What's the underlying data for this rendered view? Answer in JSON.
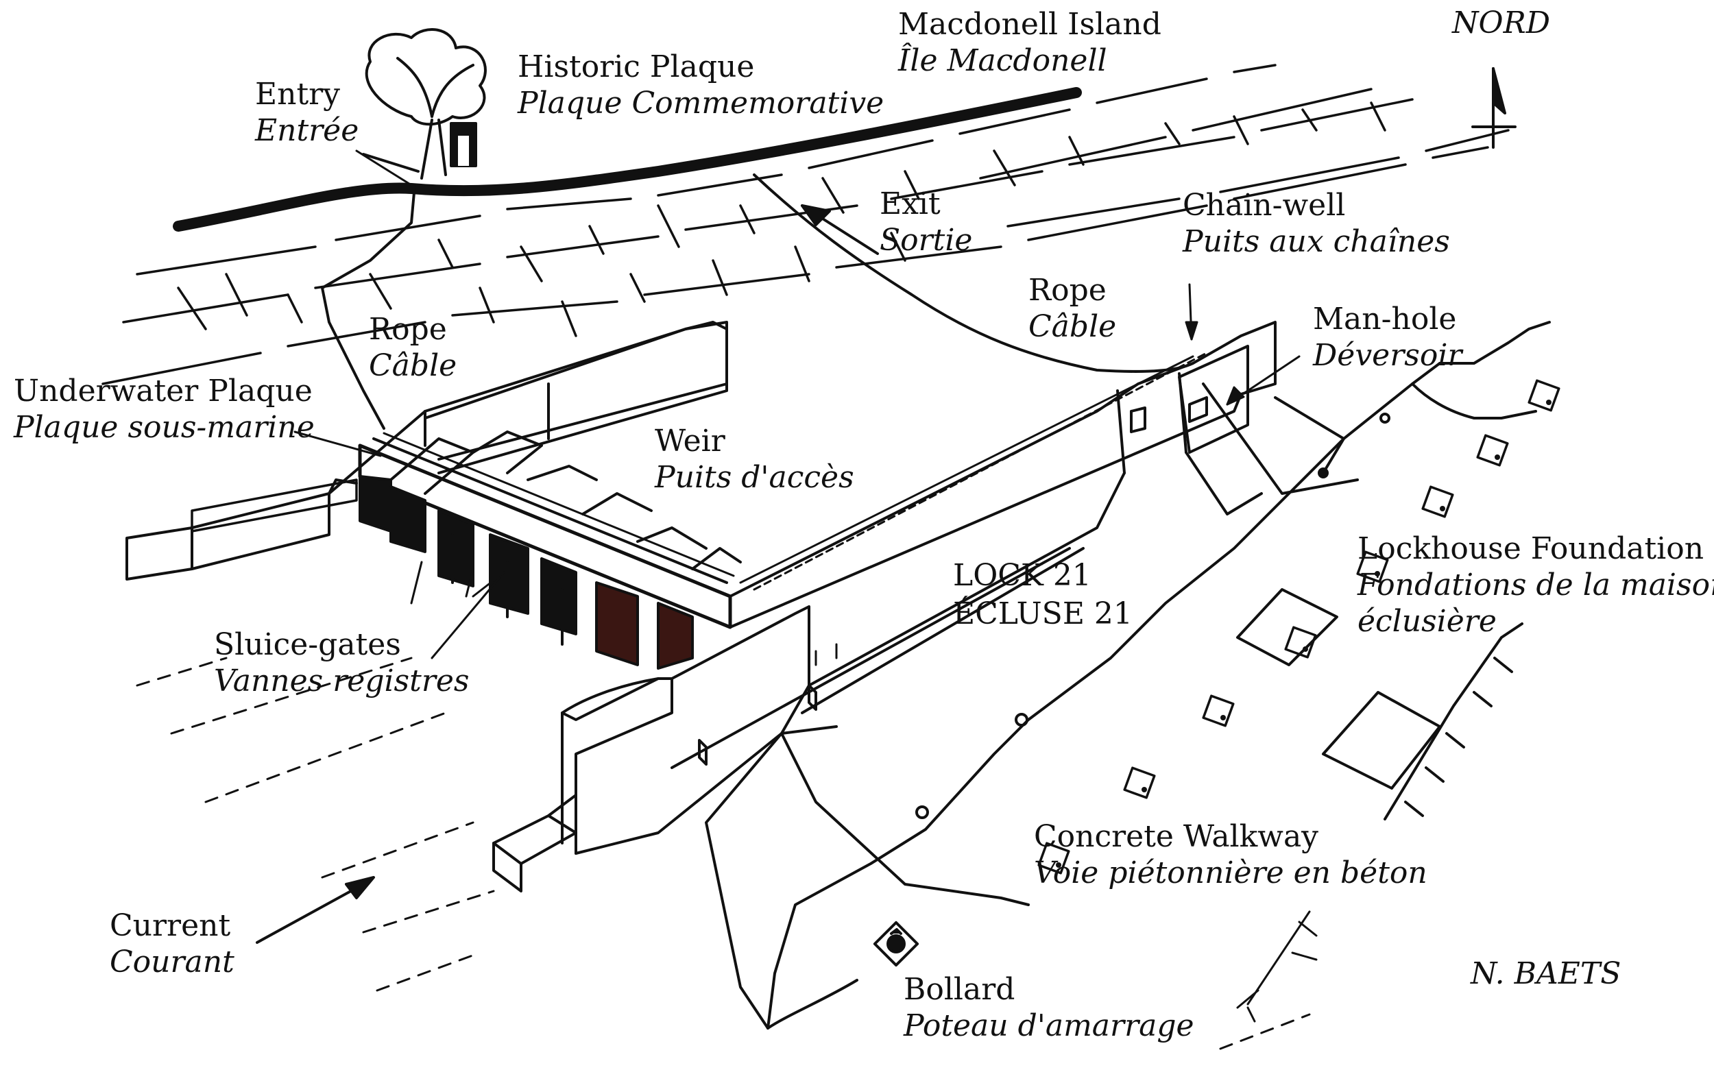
{
  "compass": {
    "label": "NORD"
  },
  "credit": "N. BAETS",
  "lock": {
    "en": "LOCK 21",
    "fr": "ÉCLUSE 21"
  },
  "labels": {
    "macdonell_island": {
      "en": "Macdonell Island",
      "fr": "Île Macdonell"
    },
    "historic_plaque": {
      "en": "Historic Plaque",
      "fr": "Plaque Commemorative"
    },
    "entry": {
      "en": "Entry",
      "fr": "Entrée"
    },
    "exit": {
      "en": "Exit",
      "fr": "Sortie"
    },
    "chain_well": {
      "en": "Chain-well",
      "fr": "Puits aux chaînes"
    },
    "rope_left": {
      "en": "Rope",
      "fr": "Câble"
    },
    "rope_right": {
      "en": "Rope",
      "fr": "Câble"
    },
    "man_hole": {
      "en": "Man-hole",
      "fr": "Déversoir"
    },
    "underwater_plaque": {
      "en": "Underwater Plaque",
      "fr": "Plaque sous-marine"
    },
    "weir": {
      "en": "Weir",
      "fr": "Puits d'accès"
    },
    "lockhouse_foundation": {
      "en": "Lockhouse Foundation",
      "fr": "Fondations de la maison",
      "fr2": "éclusière"
    },
    "sluice_gates": {
      "en": "Sluice-gates",
      "fr": "Vannes registres"
    },
    "concrete_walkway": {
      "en": "Concrete Walkway",
      "fr": "Voie piétonnière en béton"
    },
    "current": {
      "en": "Current",
      "fr": "Courant"
    },
    "bollard": {
      "en": "Bollard",
      "fr": "Poteau d'amarrage"
    }
  }
}
